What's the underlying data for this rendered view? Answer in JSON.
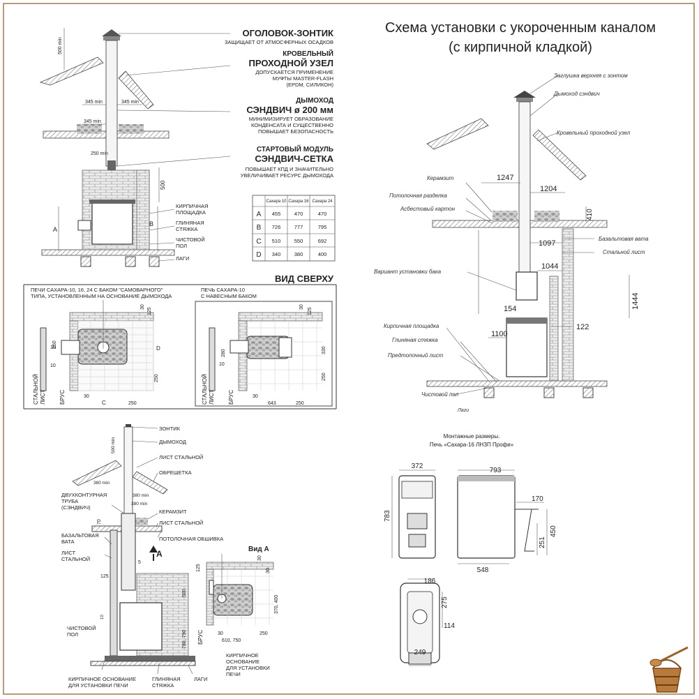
{
  "diagram_top_left": {
    "labels": [
      {
        "title": "ОГОЛОВОК-ЗОНТИК",
        "sub": [
          "ЗАЩИЩАЕТ ОТ АТМОСФЕРНЫХ ОСАДКОВ"
        ]
      },
      {
        "title": "КРОВЕЛЬНЫЙ",
        "title2": "ПРОХОДНОЙ УЗЕЛ",
        "sub": [
          "ДОПУСКАЕТСЯ ПРИМЕНЕНИЕ",
          "МУФТЫ MASTER-FLASH",
          "(EPDM, СИЛИКОН)"
        ]
      },
      {
        "title": "ДЫМОХОД",
        "title2": "СЭНДВИЧ ø 200 мм",
        "sub": [
          "МИНИМИЗИРУЕТ ОБРАЗОВАНИЕ",
          "КОНДЕНСАТА И СУЩЕСТВЕННО",
          "ПОВЫШАЕТ БЕЗОПАСНОСТЬ"
        ]
      },
      {
        "title": "СТАРТОВЫЙ МОДУЛЬ",
        "title2": "СЭНДВИЧ-СЕТКА",
        "sub": [
          "ПОВЫШАЕТ КПД И ЗНАЧИТЕЛЬНО",
          "УВЕЛИЧИВАЕТ РЕСУРС ДЫМОХОДА"
        ]
      }
    ],
    "side_labels": [
      "КИРПИЧНАЯ",
      "ПЛОЩАДКА",
      "ГЛИНЯНАЯ",
      "СТЯЖКА",
      "ЧИСТОВОЙ",
      "ПОЛ",
      "ЛАГИ"
    ],
    "dims": [
      "500 min",
      "345 min",
      "345 min",
      "345 min",
      "250 min",
      "500",
      "A",
      "B"
    ],
    "table": {
      "headers": [
        "",
        "Сахара 10",
        "Сахара 16",
        "Сахара 24"
      ],
      "rows": [
        [
          "A",
          "455",
          "470",
          "470"
        ],
        [
          "B",
          "726",
          "777",
          "795"
        ],
        [
          "C",
          "510",
          "550",
          "692"
        ],
        [
          "D",
          "340",
          "380",
          "400"
        ]
      ]
    }
  },
  "top_view": {
    "title": "ВИД СВЕРХУ",
    "left_caption": [
      "ПЕЧИ САХАРА-10, 16, 24 С БАКОМ \"САМОВАРНОГО\"",
      "ТИПА, УСТАНОВЛЕННЫМ НА ОСНОВАНИЕ ДЫМОХОДА"
    ],
    "right_caption": [
      "ПЕЧЬ САХАРА-10",
      "С НАВЕСНЫМ БАКОМ"
    ],
    "left_dims": [
      "30",
      "125",
      "250",
      "10",
      "10",
      "30",
      "C",
      "250",
      "D",
      "250"
    ],
    "right_dims": [
      "30",
      "125",
      "280",
      "10",
      "30",
      "643",
      "250",
      "330",
      "250"
    ],
    "side": [
      "СТАЛЬНОЙ",
      "ЛИСТ",
      "БРУС"
    ]
  },
  "title": {
    "line1": "Схема установки с укороченным каналом",
    "line2": "(с кирпичной кладкой)"
  },
  "diagram_right": {
    "labels": [
      "Заглушка верхняя с зонтом",
      "Дымоход сэндвич",
      "Кровельный проходной узел",
      "Керамзит",
      "Потолочная разделка",
      "Асбестовый картон",
      "Базальтовая вата",
      "Стальной лист",
      "Вариант установки бака",
      "Кирпичная площадка",
      "Глиняная стяжка",
      "Предтопочный лист",
      "Чистовой пол",
      "Лаги"
    ],
    "dims": [
      "1247",
      "1204",
      "410",
      "1097",
      "1044",
      "1444",
      "154",
      "1100",
      "122"
    ]
  },
  "diagram_bottom_left": {
    "labels": [
      "ЗОНТИК",
      "ДЫМОХОД",
      "ЛИСТ СТАЛЬНОЙ",
      "ОБРЕШЕТКА",
      "ДВУХКОНТУРНАЯ",
      "ТРУБА",
      "(СЭНДВИЧ)",
      "КЕРАМЗИТ",
      "ЛИСТ СТАЛЬНОЙ",
      "ПОТОЛОЧНАЯ ОБШИВКА",
      "БАЗАЛЬТОВАЯ",
      "ВАТА",
      "ЛИСТ",
      "СТАЛЬНОЙ",
      "ЧИСТОВОЙ",
      "ПОЛ",
      "КИРПИЧНОЕ ОСНОВАНИЕ",
      "ДЛЯ УСТАНОВКИ ПЕЧИ",
      "ГЛИНЯНАЯ",
      "СТЯЖКА",
      "ЛАГИ",
      "Вид А",
      "КИРПИЧНОЕ",
      "ОСНОВАНИЕ",
      "ДЛЯ УСТАНОВКИ",
      "ПЕЧИ",
      "БРУС",
      "A"
    ],
    "dims": [
      "500 min",
      "380 min",
      "380 min",
      "380 min",
      "70",
      "5",
      "125",
      "500",
      "780, 790",
      "125",
      "30",
      "30",
      "370, 400",
      "30",
      "250",
      "610, 750",
      "10"
    ]
  },
  "mount_dims": {
    "title": [
      "Монтажные размеры.",
      "Печь «Сахара-16 ЛНЗП Профи»"
    ],
    "dims": [
      "372",
      "793",
      "783",
      "170",
      "450",
      "251",
      "548",
      "186",
      "275",
      "114",
      "249"
    ]
  },
  "colors": {
    "frame": "#b89a78",
    "line": "#333333",
    "brick": "#d9d9d9"
  }
}
